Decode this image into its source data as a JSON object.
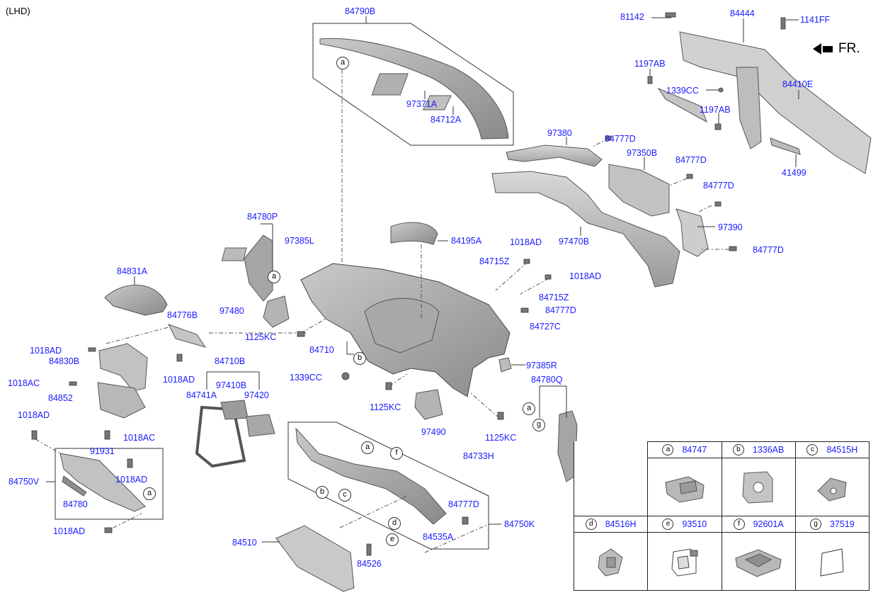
{
  "corner_note": "(LHD)",
  "fr_label": "FR.",
  "callout_letters": [
    "a",
    "b",
    "c",
    "d",
    "e",
    "f",
    "g"
  ],
  "parts": {
    "p84790B": "84790B",
    "p97371A": "97371A",
    "p84712A": "84712A",
    "p81142": "81142",
    "p84444": "84444",
    "p1141FF": "1141FF",
    "p1197AB_1": "1197AB",
    "p1339CC_1": "1339CC",
    "p84410E": "84410E",
    "p1197AB_2": "1197AB",
    "p41499": "41499",
    "p97380": "97380",
    "p84777D_1": "84777D",
    "p97350B": "97350B",
    "p84777D_2": "84777D",
    "p84777D_3": "84777D",
    "p97390": "97390",
    "p97470B": "97470B",
    "p84777D_4": "84777D",
    "p84195A": "84195A",
    "p1018AD_1": "1018AD",
    "p84715Z_1": "84715Z",
    "p1018AD_2": "1018AD",
    "p84715Z_2": "84715Z",
    "p84777D_5": "84777D",
    "p84727C": "84727C",
    "p97385R": "97385R",
    "p84780Q": "84780Q",
    "p84780P": "84780P",
    "p97385L": "97385L",
    "p97480": "97480",
    "p1125KC_1": "1125KC",
    "p84710": "84710",
    "p1339CC_2": "1339CC",
    "p1125KC_2": "1125KC",
    "p97490": "97490",
    "p1125KC_3": "1125KC",
    "p84733H": "84733H",
    "p84831A": "84831A",
    "p84776B": "84776B",
    "p1018AD_3": "1018AD",
    "p84830B": "84830B",
    "p1018AD_4": "1018AD",
    "p84710B": "84710B",
    "p97410B": "97410B",
    "p84741A": "84741A",
    "p97420": "97420",
    "p1018AC_1": "1018AC",
    "p84852": "84852",
    "p1018AD_5": "1018AD",
    "p1018AC_2": "1018AC",
    "p91931": "91931",
    "p1018AD_6": "1018AD",
    "p84750V": "84750V",
    "p84780": "84780",
    "p1018AD_7": "1018AD",
    "p84777D_6": "84777D",
    "p84750K": "84750K",
    "p84535A": "84535A",
    "p84510": "84510",
    "p84526": "84526"
  },
  "legend": [
    {
      "letter": "a",
      "part": "84747",
      "icon": "clip-icon"
    },
    {
      "letter": "b",
      "part": "1336AB",
      "icon": "nut-clip-icon"
    },
    {
      "letter": "c",
      "part": "84515H",
      "icon": "bracket-icon"
    },
    {
      "letter": "d",
      "part": "84516H",
      "icon": "hinge-icon"
    },
    {
      "letter": "e",
      "part": "93510",
      "icon": "switch-icon"
    },
    {
      "letter": "f",
      "part": "92601A",
      "icon": "lamp-icon"
    },
    {
      "letter": "g",
      "part": "37519",
      "icon": "pad-icon"
    }
  ]
}
